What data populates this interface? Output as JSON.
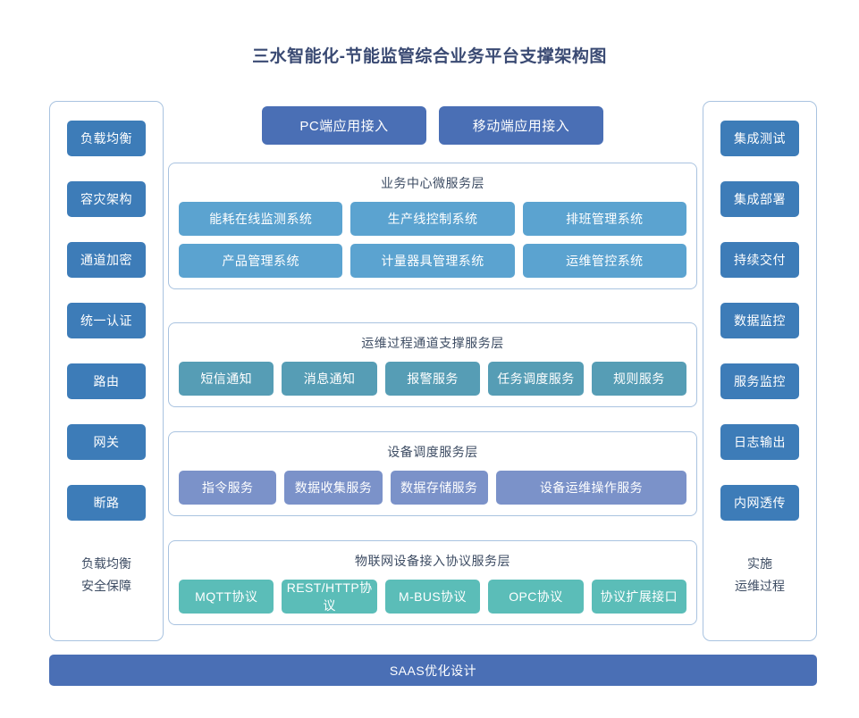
{
  "title": "三水智能化-节能监管综合业务平台支撑架构图",
  "colors": {
    "title_text": "#3a4a73",
    "side_button": "#3d7cb8",
    "access_button": "#4a6fb5",
    "business_layer": "#5ba3d0",
    "channel_layer": "#569db5",
    "device_layer": "#7b92c9",
    "iot_layer": "#5bbdb8",
    "saas_bar": "#4a6fb5",
    "panel_border": "#a9c3e0",
    "background": "#ffffff"
  },
  "left_column": {
    "buttons": [
      {
        "label": "负载均衡"
      },
      {
        "label": "容灾架构"
      },
      {
        "label": "通道加密"
      },
      {
        "label": "统一认证"
      },
      {
        "label": "路由"
      },
      {
        "label": "网关"
      },
      {
        "label": "断路"
      }
    ],
    "footer": [
      "负载均衡",
      "安全保障"
    ]
  },
  "right_column": {
    "buttons": [
      {
        "label": "集成测试"
      },
      {
        "label": "集成部署"
      },
      {
        "label": "持续交付"
      },
      {
        "label": "数据监控"
      },
      {
        "label": "服务监控"
      },
      {
        "label": "日志输出"
      },
      {
        "label": "内网透传"
      }
    ],
    "footer": [
      "实施",
      "运维过程"
    ]
  },
  "access": {
    "buttons": [
      {
        "label": "PC端应用接入"
      },
      {
        "label": "移动端应用接入"
      }
    ]
  },
  "layers": [
    {
      "id": "business",
      "title": "业务中心微服务层",
      "rows": [
        [
          {
            "label": "能耗在线监测系统"
          },
          {
            "label": "生产线控制系统"
          },
          {
            "label": "排班管理系统"
          }
        ],
        [
          {
            "label": "产品管理系统"
          },
          {
            "label": "计量器具管理系统"
          },
          {
            "label": "运维管控系统"
          }
        ]
      ]
    },
    {
      "id": "channel",
      "title": "运维过程通道支撑服务层",
      "rows": [
        [
          {
            "label": "短信通知"
          },
          {
            "label": "消息通知"
          },
          {
            "label": "报警服务"
          },
          {
            "label": "任务调度服务"
          },
          {
            "label": "规则服务"
          }
        ]
      ]
    },
    {
      "id": "device",
      "title": "设备调度服务层",
      "rows": [
        [
          {
            "label": "指令服务",
            "wide": false
          },
          {
            "label": "数据收集服务",
            "wide": false
          },
          {
            "label": "数据存储服务",
            "wide": false
          },
          {
            "label": "设备运维操作服务",
            "wide": true
          }
        ]
      ]
    },
    {
      "id": "iot",
      "title": "物联网设备接入协议服务层",
      "rows": [
        [
          {
            "label": "MQTT协议"
          },
          {
            "label": "REST/HTTP协议"
          },
          {
            "label": "M-BUS协议"
          },
          {
            "label": "OPC协议"
          },
          {
            "label": "协议扩展接口"
          }
        ]
      ]
    }
  ],
  "saas": {
    "label": "SAAS优化设计"
  }
}
